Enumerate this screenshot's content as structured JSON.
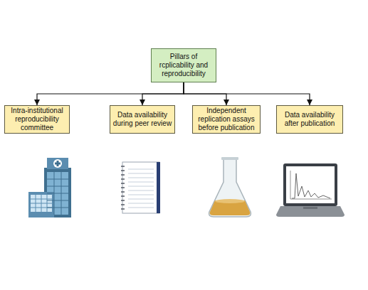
{
  "diagram": {
    "nodes": [
      {
        "text": [
          "Pillars of rcplicability and reproducibility"
        ]
      },
      {
        "text": [
          "Intra-institutional reproducibility committee"
        ]
      },
      {
        "text": [
          "Data availability during peer review"
        ]
      },
      {
        "text": [
          "Independent replication assays before publication"
        ]
      },
      {
        "text": [
          "Data availability after publication"
        ]
      }
    ],
    "edges": [
      {
        "from": 0,
        "to": 1,
        "arrow": "to"
      },
      {
        "from": 0,
        "to": 2,
        "arrow": "to"
      },
      {
        "from": 0,
        "to": 3,
        "arrow": "to"
      },
      {
        "from": 0,
        "to": 4,
        "arrow": "to"
      }
    ]
  }
}
